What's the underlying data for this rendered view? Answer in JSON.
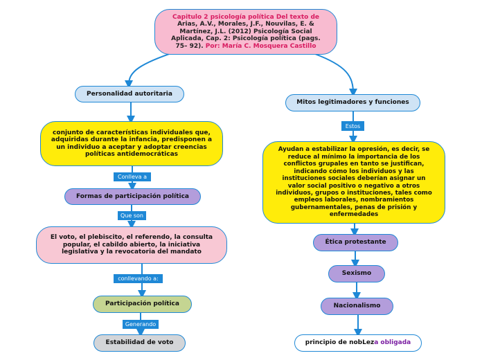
{
  "title": {
    "part1": "Capitulo 2 psicología política Del texto de ",
    "part2": "Arias, A.V., Morales, J.F., Nouvilas, E. & Martínez, J.L. (2012) Psicología Social Aplicada, Cap. 2: Psicología política (pags. 75– 92). ",
    "part3": "Por: María C. Mosquera Castillo"
  },
  "left": {
    "personalidad": "Personalidad autoritaria",
    "definicion": "conjunto de características individuales que, adquiridas durante la infancia, predisponen a un individuo a aceptar y adoptar creencias políticas antidemocráticas",
    "conlleva": "Conlleva a",
    "formas": "Formas de participación política",
    "que_son": "Que son",
    "voto": "El voto, el plebiscito, el referendo, la consulta popular, el cabildo abierto, la iniciativa legislativa y la revocatoria del mandato",
    "conllevando": "conllevando a:",
    "participacion": "Participación política",
    "generando": "Generando",
    "estabilidad": "Estabilidad de voto"
  },
  "right": {
    "mitos": "Mitos legitimadores y funciones",
    "estos": "Estos",
    "ayudan": "Ayudan a estabilizar la opresión, es decir, se reduce al mínimo la importancia de los conflictos grupales en tanto se justifican, indicando cómo los individuos y las instituciones sociales deberían asignar un valor social positivo o negativo a otros individuos, grupos o instituciones, tales como empleos laborales, nombramientos gubernamentales, penas de prisión y enfermedades",
    "etica": "Ética protestante",
    "sexismo": "Sexismo",
    "nacionalismo": "Nacionalismo",
    "principio_a": "principio de nobLez",
    "principio_b": "a obligada"
  },
  "colors": {
    "connector": "#1e88d6",
    "title_fill": "#f8bbd0",
    "title_accent": "#d81b60",
    "blue_fill": "#cfe3f5",
    "yellow_fill": "#ffec0a",
    "purple_fill": "#b39ddb",
    "pink_fill": "#f8c8d4",
    "green_fill": "#c5d592",
    "grey_fill": "#d3d5d8",
    "accent_text": "#7b1fa2"
  }
}
